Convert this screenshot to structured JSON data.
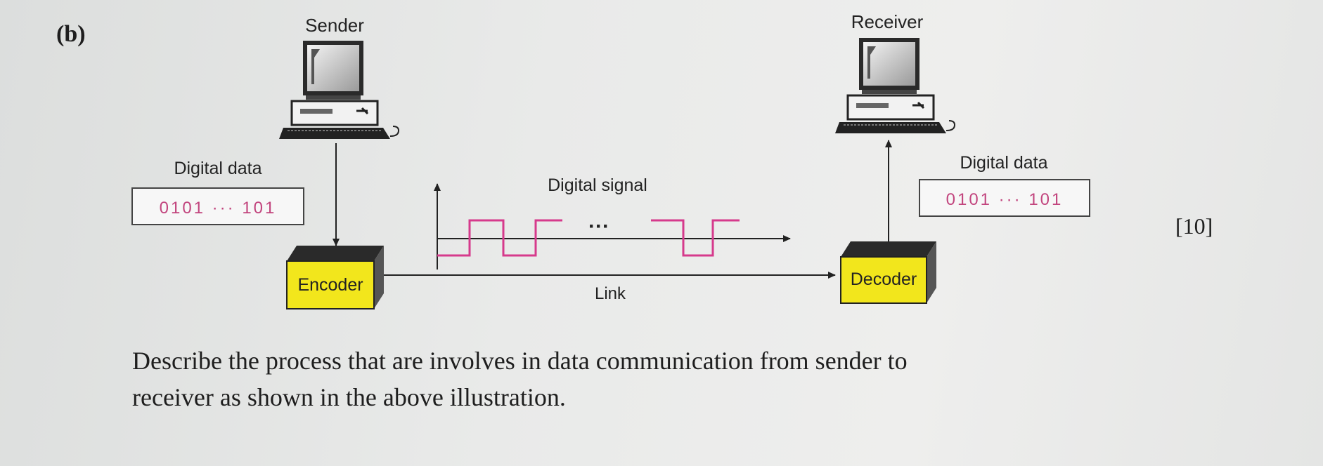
{
  "question_label": "(b)",
  "marks": "[10]",
  "diagram": {
    "sender_label": "Sender",
    "receiver_label": "Receiver",
    "digital_data_left_label": "Digital data",
    "digital_data_right_label": "Digital data",
    "data_left": "0101 ··· 101",
    "data_right": "0101 ··· 101",
    "signal_label": "Digital signal",
    "signal_ellipsis": "···",
    "encoder_label": "Encoder",
    "decoder_label": "Decoder",
    "link_label": "Link",
    "colors": {
      "signal": "#d63a8c",
      "box_yellow": "#f2e61c",
      "data_text": "#c2457e"
    }
  },
  "question_text": {
    "line1": "Describe the process that are involves in data communication from sender to",
    "line2": "receiver as shown in the above illustration."
  }
}
